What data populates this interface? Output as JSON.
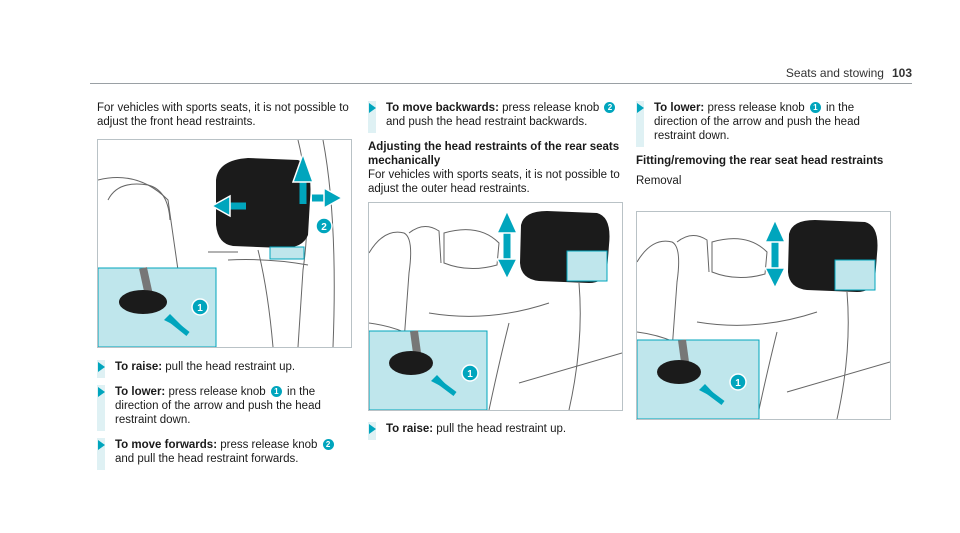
{
  "header": {
    "section": "Seats and stowing",
    "page": "103"
  },
  "col1": {
    "intro": "For vehicles with sports seats, it is not possible to adjust the front head restraints.",
    "figure": {
      "callout1": "1",
      "callout2": "2"
    },
    "step_raise": {
      "label": "To raise:",
      "text": " pull the head restraint up."
    },
    "step_lower": {
      "label": "To lower:",
      "pre": " press release knob ",
      "knob": "1",
      "post": " in the direction of the arrow and push the head restraint down."
    },
    "step_forward": {
      "label": "To move forwards:",
      "pre": " press release knob ",
      "knob": "2",
      "post": " and pull the head restraint forwards."
    }
  },
  "col2": {
    "step_back": {
      "label": "To move backwards:",
      "pre": " press release knob ",
      "knob": "2",
      "post": " and push the head restraint backwards."
    },
    "heading": "Adjusting the head restraints of the rear seats mechanically",
    "intro": "For vehicles with sports seats, it is not possible to adjust the outer head restraints.",
    "figure": {
      "callout1": "1"
    },
    "step_raise": {
      "label": "To raise:",
      "text": " pull the head restraint up."
    }
  },
  "col3": {
    "step_lower": {
      "label": "To lower:",
      "pre": " press release knob ",
      "knob": "1",
      "post": " in the direction of the arrow and push the head restraint down."
    },
    "heading": "Fitting/removing the rear seat head restraints",
    "subheading": "Removal",
    "figure": {
      "callout1": "1"
    }
  },
  "colors": {
    "accent": "#00a5bd",
    "inset": "#bfe6ec",
    "bar": "#dff1f4"
  }
}
